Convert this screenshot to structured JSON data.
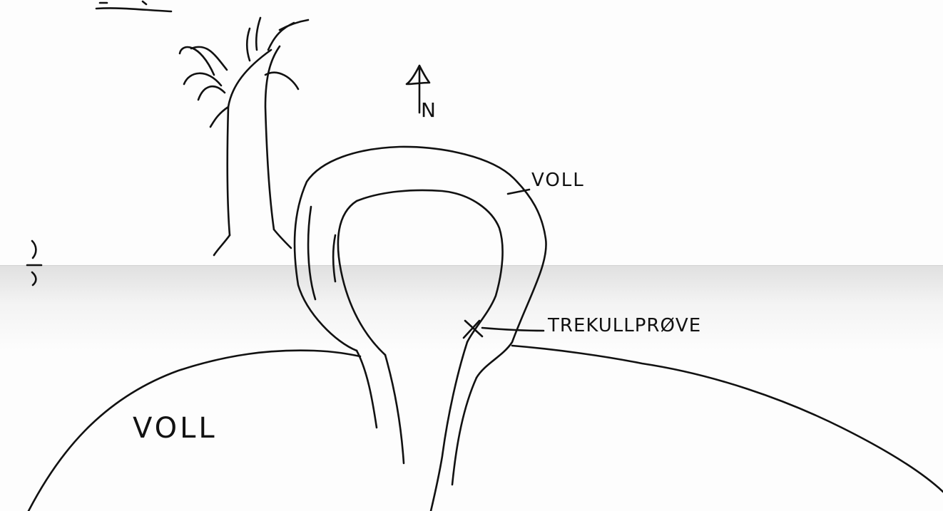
{
  "labels": {
    "voll_top": "VOLL",
    "voll_bottom": "VOLL",
    "sample": "TREKULLPRØVE",
    "north": "N"
  },
  "colors": {
    "ink": "#111111",
    "paper": "#fdfdfd",
    "fold": "#d2d2d2"
  },
  "icons": {
    "north_arrow": "north-arrow-icon",
    "sample_marker": "x-marker-icon",
    "tree": "tree-icon"
  }
}
